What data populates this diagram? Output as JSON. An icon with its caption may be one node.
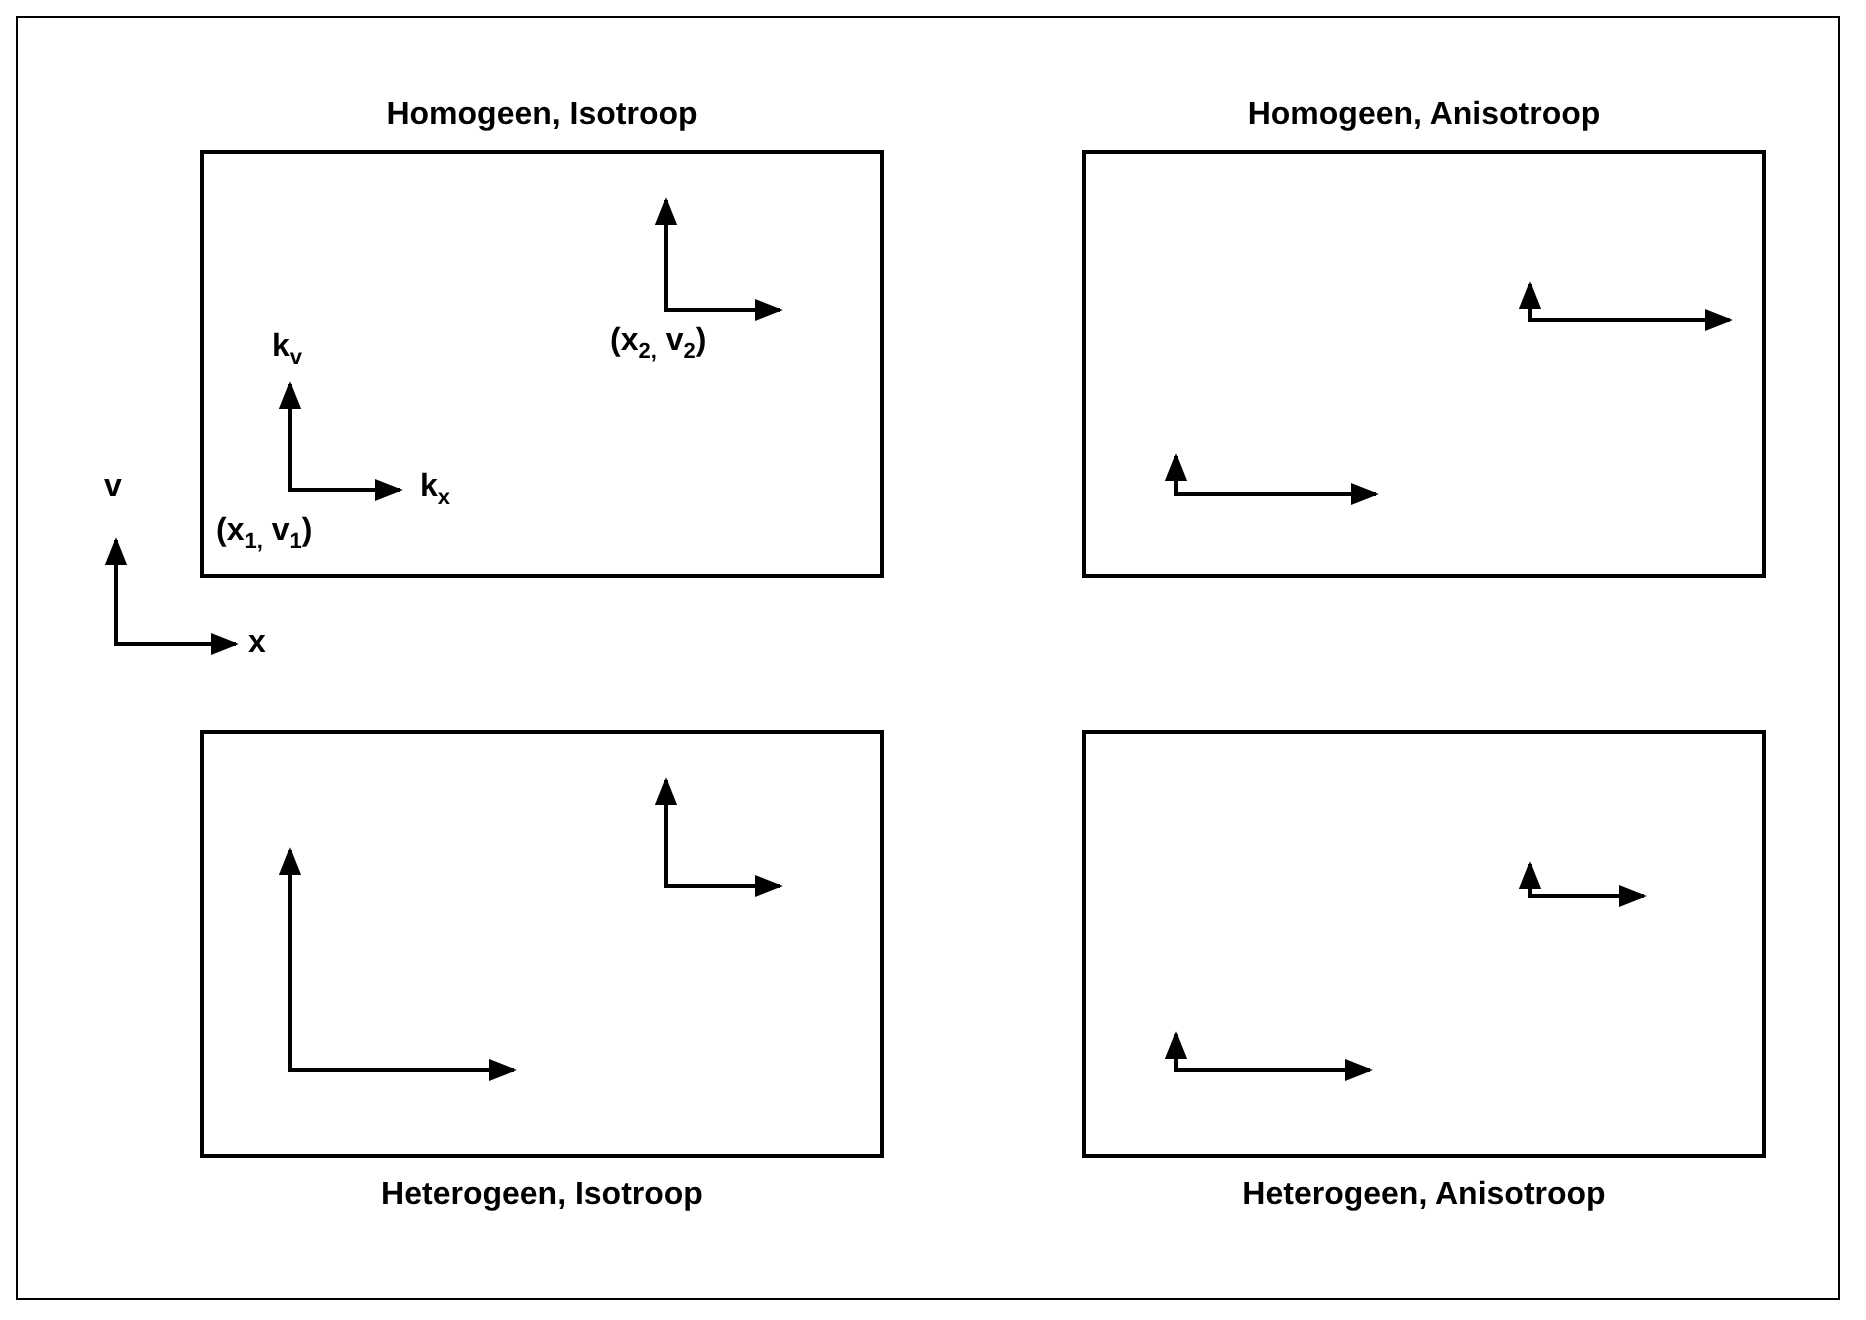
{
  "diagram": {
    "nodes": [
      {
        "text": [
          "Homogeen, Isotroop"
        ]
      },
      {
        "text": [
          "Homogeen, Anisotroop"
        ]
      },
      {
        "text": [
          "Heterogeen, Isotroop"
        ]
      },
      {
        "text": [
          "Heterogeen, Anisotroop"
        ]
      }
    ],
    "edges": [],
    "labels": [
      "(x$_{2,}$ v$_{2}$)",
      "k$_{v}$",
      "v",
      "k$_{x}$",
      "(x$_{1,}$ v$_{1}$)",
      "x"
    ]
  }
}
